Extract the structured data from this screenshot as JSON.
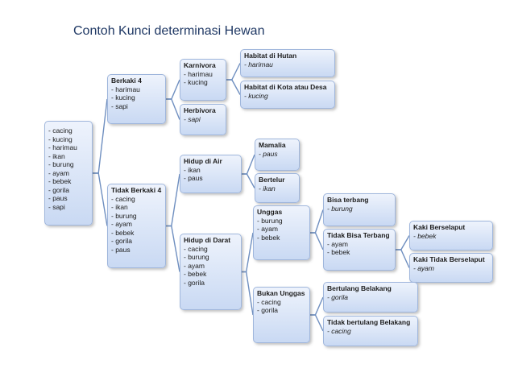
{
  "title": "Contoh Kunci determinasi Hewan",
  "nodes": [
    {
      "id": "root",
      "title": "",
      "items": [
        "- cacing",
        "- kucing",
        "- harimau",
        "- ikan",
        "- burung",
        "- ayam",
        "- bebek",
        "- gorila",
        "- paus",
        "- sapi"
      ],
      "italic": false
    },
    {
      "id": "berkaki4",
      "title": "Berkaki 4",
      "items": [
        "- harimau",
        "- kucing",
        "- sapi"
      ],
      "italic": false
    },
    {
      "id": "tidakberkaki4",
      "title": "Tidak Berkaki 4",
      "items": [
        "- cacing",
        "- ikan",
        "- burung",
        "- ayam",
        "- bebek",
        "- gorila",
        "- paus"
      ],
      "italic": false
    },
    {
      "id": "karnivora",
      "title": "Karnivora",
      "items": [
        "- harimau",
        "- kucing"
      ],
      "italic": false
    },
    {
      "id": "herbivora",
      "title": "Herbivora",
      "items": [
        "- sapi"
      ],
      "italic": true
    },
    {
      "id": "habitathutan",
      "title": "Habitat di Hutan",
      "items": [
        "- harimau"
      ],
      "italic": true
    },
    {
      "id": "habitatkota",
      "title": "Habitat di Kota atau Desa",
      "items": [
        "- kucing"
      ],
      "italic": true
    },
    {
      "id": "hidupair",
      "title": "Hidup di Air",
      "items": [
        "- ikan",
        "- paus"
      ],
      "italic": false
    },
    {
      "id": "hidupdarat",
      "title": "Hidup di Darat",
      "items": [
        "- cacing",
        "- burung",
        "- ayam",
        "- bebek",
        "- gorila"
      ],
      "italic": false
    },
    {
      "id": "mamalia",
      "title": "Mamalia",
      "items": [
        "- paus"
      ],
      "italic": true
    },
    {
      "id": "bertelur",
      "title": "Bertelur",
      "items": [
        "- ikan"
      ],
      "italic": true
    },
    {
      "id": "unggas",
      "title": "Unggas",
      "items": [
        "- burung",
        "- ayam",
        "- bebek"
      ],
      "italic": false
    },
    {
      "id": "bukanunggas",
      "title": "Bukan Unggas",
      "items": [
        "- cacing",
        "- gorila"
      ],
      "italic": false
    },
    {
      "id": "bisaterbang",
      "title": "Bisa terbang",
      "items": [
        "- burung"
      ],
      "italic": true
    },
    {
      "id": "tidakbisaterbang",
      "title": "Tidak Bisa Terbang",
      "items": [
        "- ayam",
        "- bebek"
      ],
      "italic": false
    },
    {
      "id": "kakiberselaput",
      "title": "Kaki Berselaput",
      "items": [
        "- bebek"
      ],
      "italic": true
    },
    {
      "id": "kakitidakberselaput",
      "title": "Kaki Tidak Berselaput",
      "items": [
        "- ayam"
      ],
      "italic": true
    },
    {
      "id": "bertulang",
      "title": "Bertulang Belakang",
      "items": [
        "- gorila"
      ],
      "italic": true
    },
    {
      "id": "tidakbertulang",
      "title": "Tidak bertulang Belakang",
      "items": [
        "- cacing"
      ],
      "italic": true
    }
  ],
  "edges": [
    [
      "root",
      "berkaki4"
    ],
    [
      "root",
      "tidakberkaki4"
    ],
    [
      "berkaki4",
      "karnivora"
    ],
    [
      "berkaki4",
      "herbivora"
    ],
    [
      "karnivora",
      "habitathutan"
    ],
    [
      "karnivora",
      "habitatkota"
    ],
    [
      "tidakberkaki4",
      "hidupair"
    ],
    [
      "tidakberkaki4",
      "hidupdarat"
    ],
    [
      "hidupair",
      "mamalia"
    ],
    [
      "hidupair",
      "bertelur"
    ],
    [
      "hidupdarat",
      "unggas"
    ],
    [
      "hidupdarat",
      "bukanunggas"
    ],
    [
      "unggas",
      "bisaterbang"
    ],
    [
      "unggas",
      "tidakbisaterbang"
    ],
    [
      "tidakbisaterbang",
      "kakiberselaput"
    ],
    [
      "tidakbisaterbang",
      "kakitidakberselaput"
    ],
    [
      "bukanunggas",
      "bertulang"
    ],
    [
      "bukanunggas",
      "tidakbertulang"
    ]
  ],
  "colors": {
    "box_top": "#eef3fc",
    "box_bottom": "#c9d9f3",
    "border": "#9fb6dc",
    "line": "#6f8fc0",
    "title": "#1f3864"
  }
}
